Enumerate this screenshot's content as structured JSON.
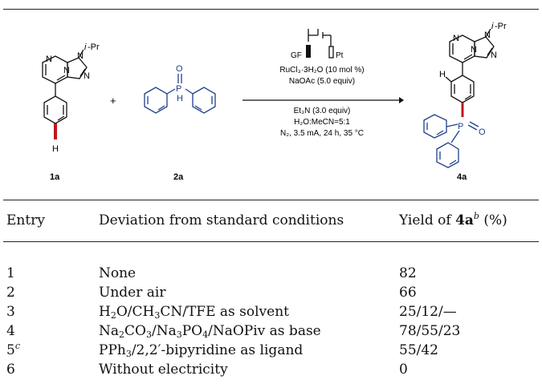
{
  "scheme": {
    "compound_1a_label": "1a",
    "compound_2a_label": "2a",
    "compound_4a_label": "4a",
    "plus_sign": "+",
    "iPr_label_i": "i",
    "iPr_label_pr": "-Pr",
    "atom_N": "N",
    "atom_H": "H",
    "atom_P": "P",
    "atom_O": "O",
    "electrode_left": "GF",
    "electrode_right": "Pt",
    "conditions": [
      "RuCl₃·3H₂O (10 mol %)",
      "NaOAc  (5.0 equiv)",
      "Et₃N  (3.0 equiv)",
      "H₂O:MeCN=5:1",
      "N₂, 3.5 mA, 24 h, 35 °C"
    ],
    "colors": {
      "bond_black": "#111111",
      "red_highlight": "#c0161e",
      "blue": "#1f3f8c"
    }
  },
  "table": {
    "headers": {
      "entry": "Entry",
      "deviation": "Deviation from standard conditions",
      "yield_prefix": "Yield of ",
      "yield_compound": "4a",
      "yield_footnote": "b",
      "yield_suffix": " (%)"
    },
    "rows": [
      {
        "entry": "1",
        "deviation": "None",
        "yield": "82"
      },
      {
        "entry": "2",
        "deviation": "Under air",
        "yield": "66"
      },
      {
        "entry": "3",
        "deviation_parts": [
          "H",
          "2",
          "O/CH",
          "3",
          "CN/TFE as solvent"
        ],
        "yield": "25/12/—"
      },
      {
        "entry": "4",
        "deviation_parts": [
          "Na",
          "2",
          "CO",
          "3",
          "/Na",
          "3",
          "PO",
          "4",
          "/NaOPiv as base"
        ],
        "yield": "78/55/23"
      },
      {
        "entry": "5",
        "entry_footnote": "c",
        "deviation_parts": [
          "PPh",
          "3",
          "/2,2′-bipyridine as ligand"
        ],
        "yield": "55/42"
      },
      {
        "entry": "6",
        "deviation": "Without electricity",
        "yield": "0"
      }
    ]
  }
}
